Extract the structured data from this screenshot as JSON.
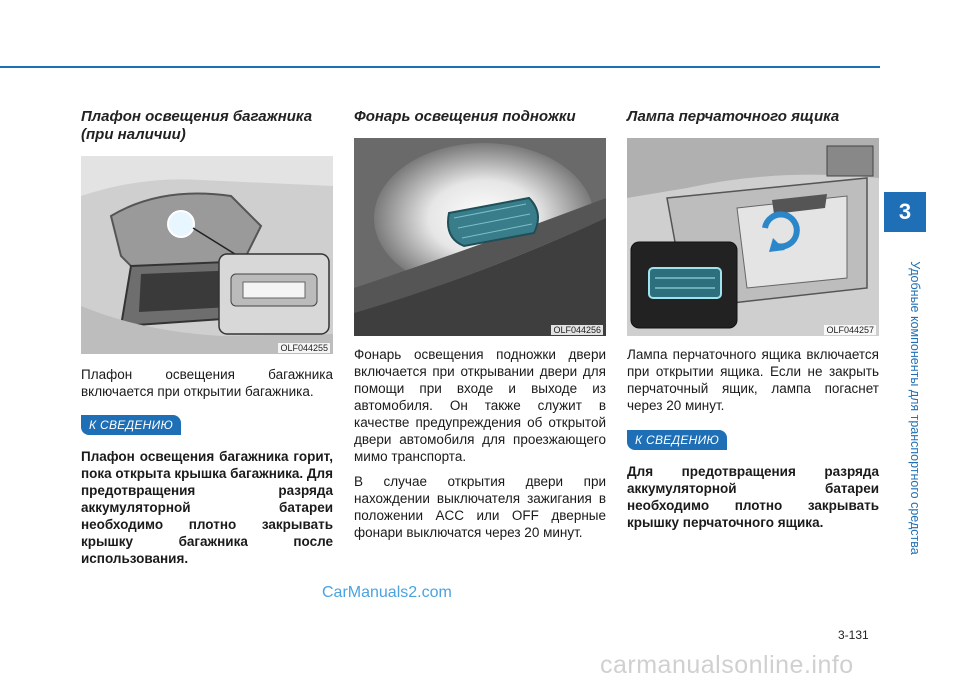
{
  "col1": {
    "title": "Плафон освещения багажника (при наличии)",
    "fig_code": "OLF044255",
    "body": "Плафон освещения багажника включается при открытии багажника.",
    "notice_label": "К СВЕДЕНИЮ",
    "notice_text": "Плафон освещения багажника горит, пока открыта крышка багажника. Для предотвращения разряда аккумуляторной батареи необходимо плотно закрывать крышку багажника после использования."
  },
  "col2": {
    "title": "Фонарь освещения подножки",
    "fig_code": "OLF044256",
    "body1": "Фонарь освещения подножки двери включается при открывании двери для помощи при входе и выходе из автомобиля. Он также служит в качестве предупреждения об открытой двери автомобиля для проезжающего мимо транспорта.",
    "body2": "В случае открытия двери при нахождении выключателя зажигания в положении ACC или OFF дверные фонари выключатся через 20 минут."
  },
  "col3": {
    "title": "Лампа перчаточного ящика",
    "fig_code": "OLF044257",
    "body": "Лампа перчаточного ящика включается при открытии ящика. Если не закрыть перчаточный ящик, лампа погаснет через 20 минут.",
    "notice_label": "К СВЕДЕНИЮ",
    "notice_text": "Для предотвращения разряда аккумуляторной батареи необходимо плотно закрывать крышку перчаточного ящика."
  },
  "sidebar": {
    "chapter": "3",
    "chapter_title": "Удобные компоненты для транспортного средства"
  },
  "page_number": "3-131",
  "watermarks": {
    "top": "CarManuals2.com",
    "bottom": "carmanualsonline.info"
  },
  "colors": {
    "accent": "#1e6fb5"
  }
}
